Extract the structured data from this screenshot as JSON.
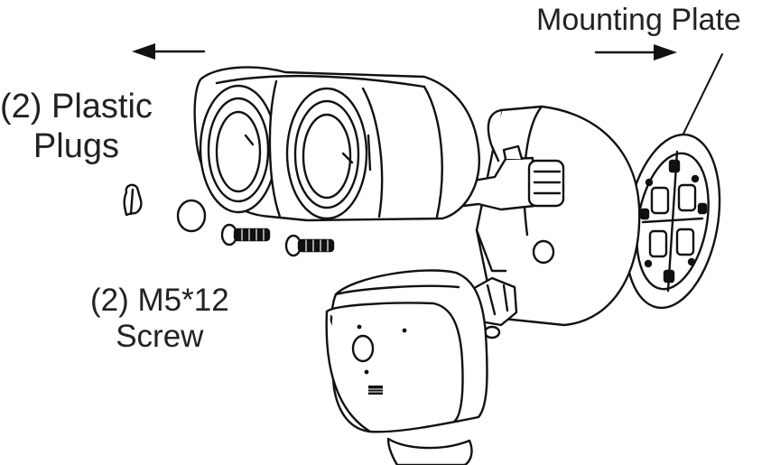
{
  "labels": {
    "mounting_plate": "Mounting Plate",
    "plastic_plugs": {
      "line1": "(2) Plastic",
      "line2": "Plugs"
    },
    "screw": {
      "line1": "(2) M5*12",
      "line2": "Screw"
    }
  },
  "icons": {
    "left_arrow": "arrow-left-icon",
    "right_arrow": "arrow-right-icon"
  },
  "colors": {
    "line": "#111111",
    "fill": "#ffffff",
    "text": "#222222"
  }
}
